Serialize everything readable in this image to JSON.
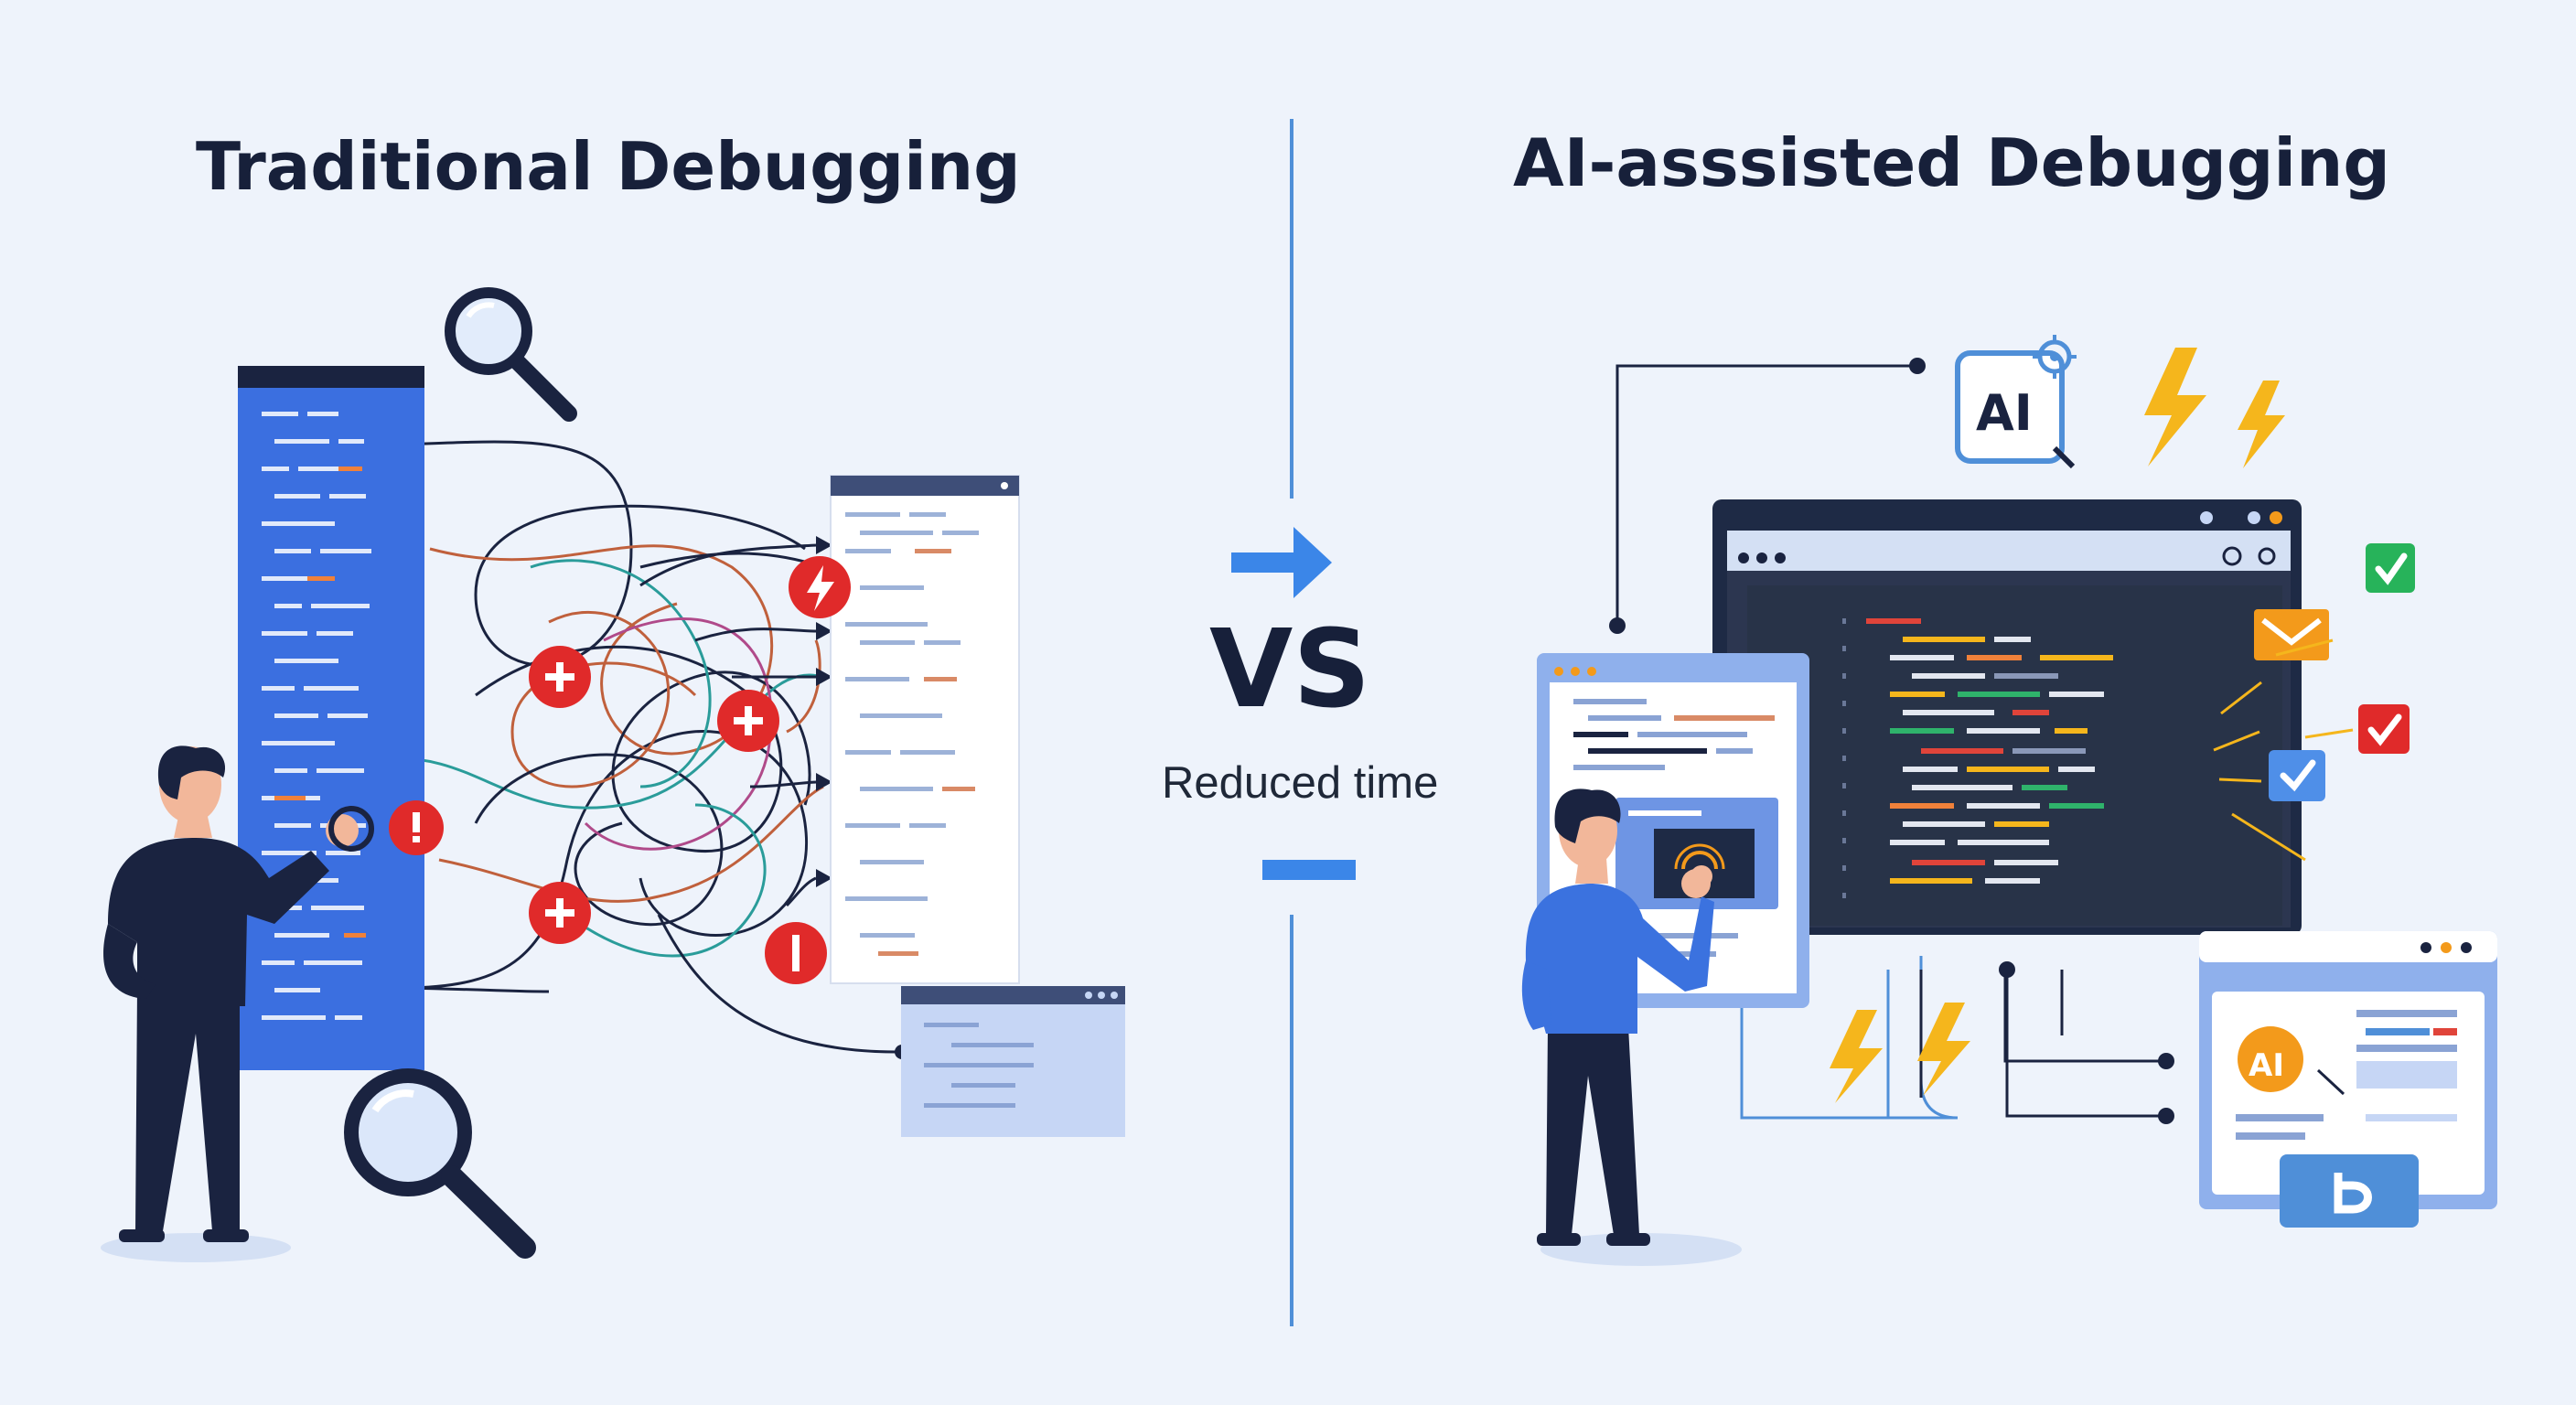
{
  "left_panel": {
    "title": "Traditional Debugging"
  },
  "right_panel": {
    "title": "AI-asssisted Debugging"
  },
  "center": {
    "vs_label": "VS",
    "caption": "Reduced time"
  },
  "badges": {
    "ai_label": "AI",
    "ai_circle_label": "AI"
  },
  "icons": [
    "magnifier-icon",
    "bolt-icon",
    "plus-icon",
    "alert-icon",
    "check-icon",
    "envelope-icon",
    "arrow-right-icon",
    "ai-chip-icon"
  ],
  "colors": {
    "background": "#eef3fb",
    "code_panel": "#3b6fe0",
    "error_red": "#e02a2a",
    "navy": "#1a2340",
    "accent_yellow": "#f5b61c",
    "success_green": "#27b35a",
    "ai_orange": "#f39a1b",
    "divider_blue": "#4f8fd8"
  }
}
